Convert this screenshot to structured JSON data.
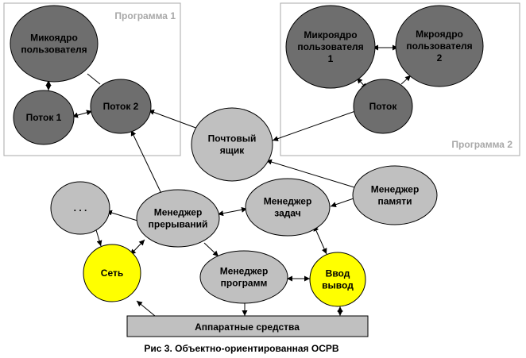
{
  "colors": {
    "dark_node": "#6e6e6e",
    "light_node": "#c0c0c0",
    "highlight_node": "#ffff00",
    "group_border": "#a8a8a8",
    "hardware_bar": "#c0c0c0"
  },
  "groups": {
    "program1": {
      "label": "Программа 1"
    },
    "program2": {
      "label": "Программа 2"
    }
  },
  "nodes": {
    "microkernel_user": {
      "lines": [
        "Микоядро",
        "пользователя"
      ]
    },
    "thread1": {
      "lines": [
        "Поток 1"
      ]
    },
    "thread2": {
      "lines": [
        "Поток 2"
      ]
    },
    "microkernel_user1": {
      "lines": [
        "Микроядро",
        "пользователя",
        "1"
      ]
    },
    "microkernel_user2": {
      "lines": [
        "Мкроядро",
        "пользователя",
        "2"
      ]
    },
    "thread": {
      "lines": [
        "Поток"
      ]
    },
    "mailbox": {
      "lines": [
        "Почтовый",
        "ящик"
      ]
    },
    "ellipsis": {
      "lines": [
        ". . ."
      ]
    },
    "interrupt_manager": {
      "lines": [
        "Менеджер",
        "прерываний"
      ]
    },
    "task_manager": {
      "lines": [
        "Менеджер",
        "задач"
      ]
    },
    "memory_manager": {
      "lines": [
        "Менеджер",
        "памяти"
      ]
    },
    "network": {
      "lines": [
        "Сеть"
      ]
    },
    "program_manager": {
      "lines": [
        "Менеджер",
        "программ"
      ]
    },
    "io": {
      "lines": [
        "Ввод",
        "вывод"
      ]
    }
  },
  "hardware": {
    "label": "Аппаратные средства"
  },
  "caption": "Рис 3. Объектно-ориентированная ОСРВ"
}
